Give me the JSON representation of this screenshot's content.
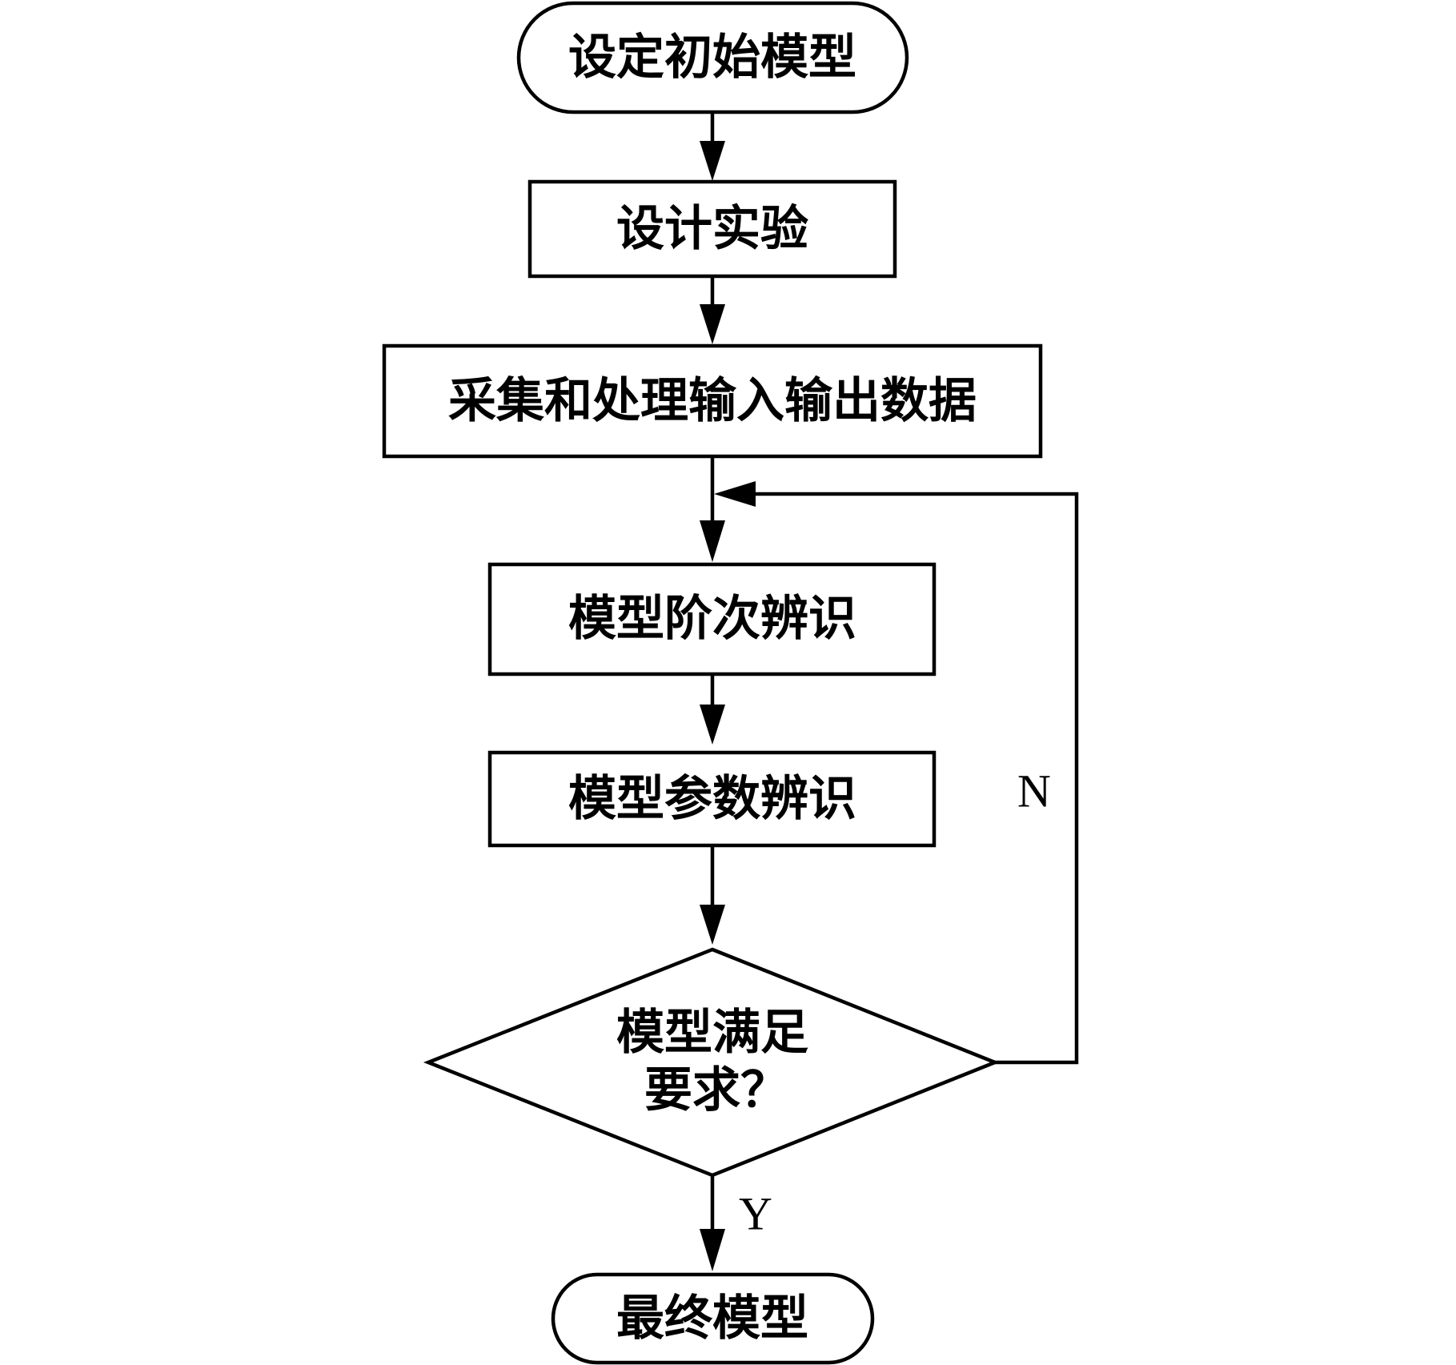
{
  "diagram": {
    "nodes": {
      "start": "设定初始模型",
      "design": "设计实验",
      "collect": "采集和处理输入输出数据",
      "order_id": "模型阶次辨识",
      "param_id": "模型参数辨识",
      "decision_line1": "模型满足",
      "decision_line2": "要求？",
      "end": "最终模型"
    },
    "edges": {
      "no_label": "N",
      "yes_label": "Y"
    }
  }
}
